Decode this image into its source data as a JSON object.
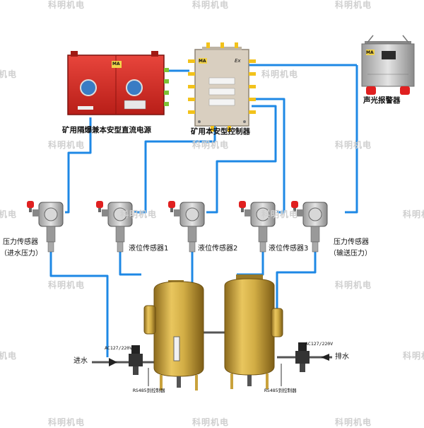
{
  "labels": {
    "power_supply": "矿用隔爆兼本安型直流电源",
    "controller": "矿用本安型控制器",
    "alarm": "声光报警器",
    "pressure_in_title": "压力传感器",
    "pressure_in_sub": "（进水压力）",
    "level1": "液位传感器1",
    "level2": "液位传感器2",
    "level3": "液位传感器3",
    "pressure_out_title": "压力传感器",
    "pressure_out_sub": "（输送压力）",
    "inlet": "进水",
    "outlet": "排水",
    "ac_left": "AC127/220V",
    "ac_right": "AC127/220V",
    "rs485_left": "RS485到控制器",
    "rs485_right": "RS485到控制器"
  },
  "badges": {
    "ma": "MA",
    "ex": "Ex"
  },
  "watermark": "科明机电",
  "colors": {
    "cable": "#1e88e5",
    "power_box": "#d62a22",
    "controller_box": "#d9cfc0",
    "tank": "#c9a23c",
    "pipe": "#555555",
    "lamp": "#e02020"
  }
}
